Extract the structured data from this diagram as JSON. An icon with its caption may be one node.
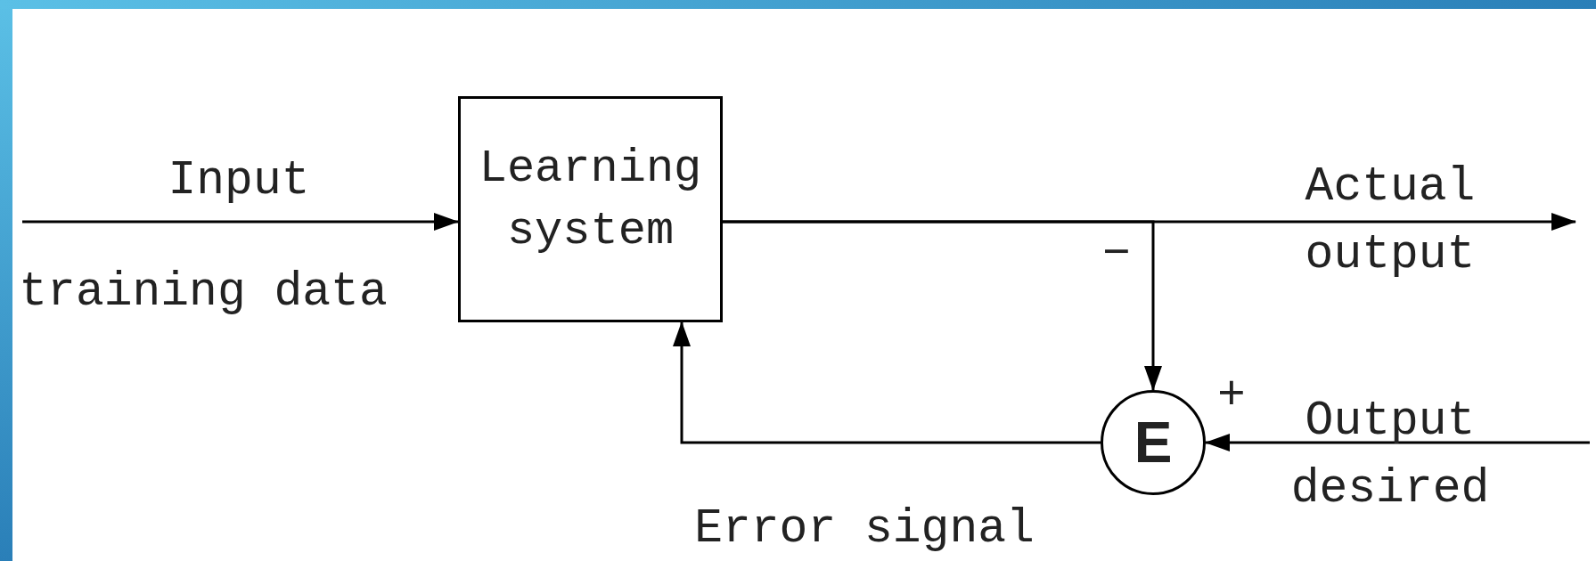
{
  "diagram": {
    "nodes": [
      {
        "text": [
          "Learning system"
        ]
      },
      {
        "text": [
          "E"
        ]
      }
    ],
    "edges": [
      {
        "from": null,
        "to": 0,
        "arrow": "to"
      },
      {
        "from": 0,
        "to": null,
        "arrow": "to"
      },
      {
        "from": 0,
        "to": 1,
        "arrow": "to"
      },
      {
        "from": null,
        "to": 1,
        "arrow": "to"
      },
      {
        "from": 1,
        "to": 0,
        "arrow": "to"
      }
    ],
    "labels": [
      "Input",
      "training data",
      "Actual output",
      "−",
      "+",
      "Output desired",
      "Error signal"
    ]
  }
}
